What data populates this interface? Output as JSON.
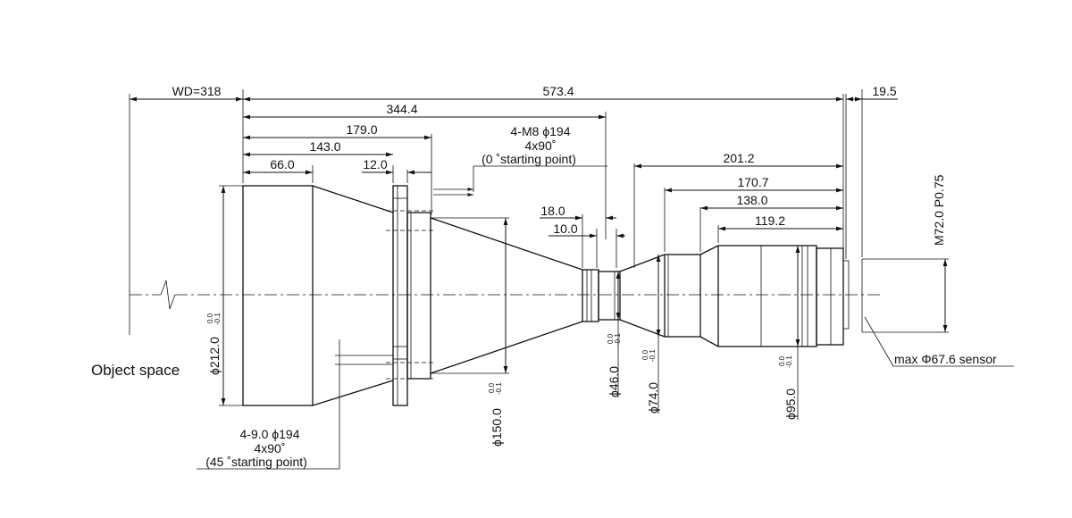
{
  "labels": {
    "object_space": "Object space",
    "sensor": "max Φ67.6 sensor",
    "thread": "M72.0 P0.75",
    "top_holes": [
      "4-M8  ϕ194",
      "4x90˚",
      "(0 ˚starting point)"
    ],
    "bottom_holes": [
      "4-9.0   ϕ194",
      "4x90˚",
      "(45 ˚starting point)"
    ]
  },
  "dimensions": {
    "wd": "WD=318",
    "overall": "573.4",
    "back": "19.5",
    "d344": "344.4",
    "d179": "179.0",
    "d143": "143.0",
    "d66": "66.0",
    "d12": "12.0",
    "d18": "18.0",
    "d10": "10.0",
    "d201": "201.2",
    "d170": "170.7",
    "d138": "138.0",
    "d119": "119.2"
  },
  "diameters": {
    "d212": "ϕ212.0",
    "d150": "ϕ150.0",
    "d46": "ϕ46.0",
    "d74": "ϕ74.0",
    "d95": "ϕ95.0"
  },
  "tolerance": {
    "upper": "0.0",
    "lower": "-0.1"
  }
}
